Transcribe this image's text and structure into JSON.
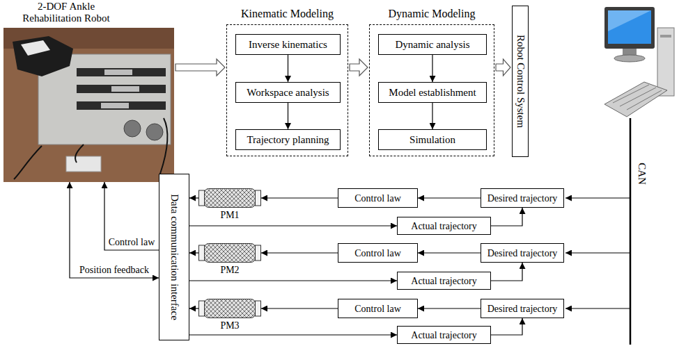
{
  "diagram": {
    "nodes": [
      {
        "text": [
          "2-DOF Ankle Rehabilitation Robot"
        ]
      },
      {
        "text": [
          "Kinematic Modeling"
        ]
      },
      {
        "text": [
          "Inverse kinematics"
        ],
        "in": 1
      },
      {
        "text": [
          "Workspace analysis"
        ],
        "in": 1
      },
      {
        "text": [
          "Trajectory planning"
        ],
        "in": 1
      },
      {
        "text": [
          "Dynamic Modeling"
        ]
      },
      {
        "text": [
          "Dynamic analysis"
        ],
        "in": 5
      },
      {
        "text": [
          "Model establishment"
        ],
        "in": 5
      },
      {
        "text": [
          "Simulation"
        ],
        "in": 5
      },
      {
        "text": [
          "Robot Control System"
        ]
      },
      {
        "text": [
          "Data communication interface"
        ]
      },
      {
        "text": [
          "PM1"
        ]
      },
      {
        "text": [
          "Control law"
        ]
      },
      {
        "text": [
          "Desired trajectory"
        ]
      },
      {
        "text": [
          "Actual trajectory"
        ]
      },
      {
        "text": [
          "PM2"
        ]
      },
      {
        "text": [
          "Control law"
        ]
      },
      {
        "text": [
          "Desired trajectory"
        ]
      },
      {
        "text": [
          "Actual trajectory"
        ]
      },
      {
        "text": [
          "PM3"
        ]
      },
      {
        "text": [
          "Control law"
        ]
      },
      {
        "text": [
          "Desired trajectory"
        ]
      },
      {
        "text": [
          "Actual trajectory"
        ]
      }
    ],
    "edges": [
      {
        "from": 0,
        "to": 1,
        "arrow": "to"
      },
      {
        "from": 1,
        "to": 5,
        "arrow": "to"
      },
      {
        "from": 5,
        "to": 9,
        "arrow": "to"
      },
      {
        "from": 2,
        "to": 3,
        "arrow": "to"
      },
      {
        "from": 3,
        "to": 4,
        "arrow": "to"
      },
      {
        "from": 6,
        "to": 7,
        "arrow": "to"
      },
      {
        "from": 7,
        "to": 8,
        "arrow": "to"
      },
      {
        "from": 13,
        "to": 12,
        "arrow": "to"
      },
      {
        "from": 12,
        "to": 11,
        "arrow": "to"
      },
      {
        "from": 11,
        "to": 10,
        "arrow": "to"
      },
      {
        "from": 10,
        "to": 14,
        "arrow": "to"
      },
      {
        "from": 14,
        "to": 13,
        "arrow": "to"
      },
      {
        "from": 17,
        "to": 16,
        "arrow": "to"
      },
      {
        "from": 16,
        "to": 15,
        "arrow": "to"
      },
      {
        "from": 15,
        "to": 10,
        "arrow": "to"
      },
      {
        "from": 10,
        "to": 18,
        "arrow": "to"
      },
      {
        "from": 18,
        "to": 17,
        "arrow": "to"
      },
      {
        "from": 21,
        "to": 20,
        "arrow": "to"
      },
      {
        "from": 20,
        "to": 19,
        "arrow": "to"
      },
      {
        "from": 19,
        "to": 10,
        "arrow": "to"
      },
      {
        "from": 10,
        "to": 22,
        "arrow": "to"
      },
      {
        "from": 22,
        "to": 21,
        "arrow": "to"
      },
      {
        "from": 10,
        "to": 0,
        "label": "Control law",
        "arrow": "to"
      },
      {
        "from": 10,
        "to": 0,
        "label": "Position feedback",
        "arrow": "both"
      }
    ],
    "labels": [
      "CAN"
    ]
  }
}
